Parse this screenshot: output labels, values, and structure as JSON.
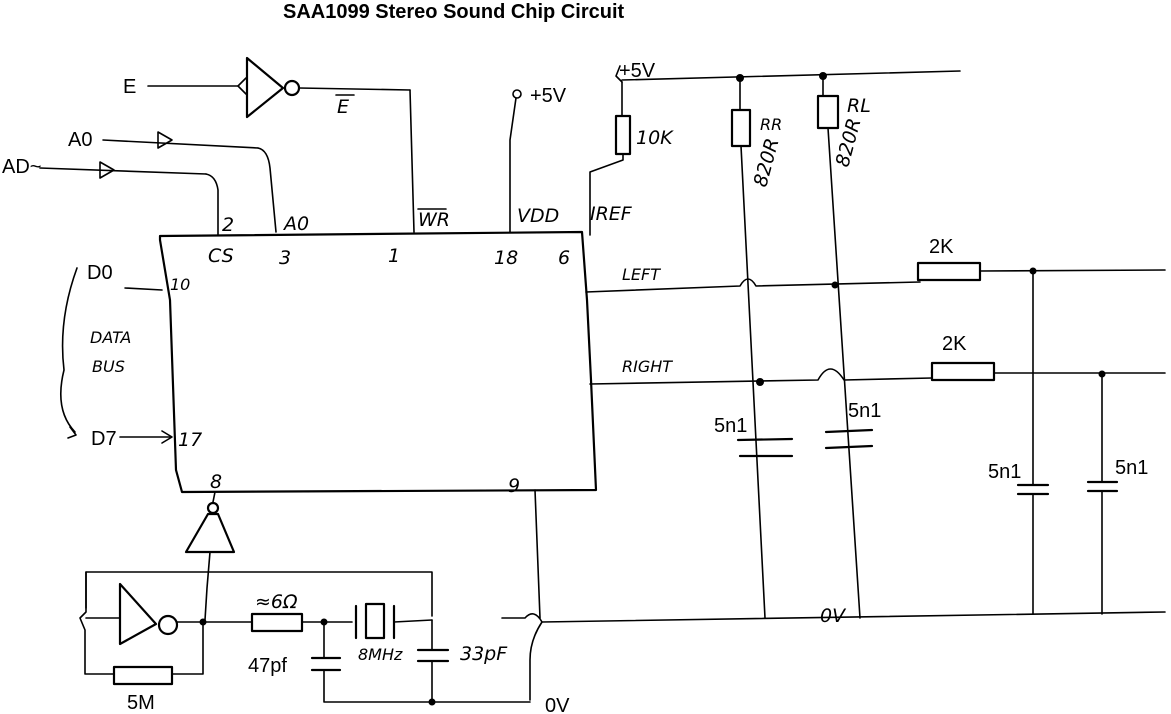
{
  "title": "SAA1099 Stereo Sound Chip Circuit",
  "inputs": {
    "e": "E",
    "a0": "A0",
    "ad": "AD~",
    "d0": "D0",
    "d7": "D7"
  },
  "labels": {
    "e_bar": "E",
    "data_bus": "DATA",
    "data_bus2": "BUS",
    "vcc_top": "+5V",
    "vcc_pin": "+5V",
    "r10k": "10K",
    "rr_name": "RR",
    "rl_name": "RL",
    "rr_value": "820R",
    "rl_value": "820R",
    "left": "LEFT",
    "right": "RIGHT",
    "r2k_left": "2K",
    "r2k_right": "2K",
    "cap_left": "5n1",
    "cap_right": "5n1",
    "cap_out1": "5n1",
    "cap_out2": "5n1",
    "r6": "≈6Ω",
    "c47": "47pf",
    "xtal": "8MHz",
    "c33": "33pF",
    "r5m": "5M",
    "gnd": "0V",
    "gnd2": "0V"
  },
  "pins": {
    "cs": "CS",
    "cs_num": "2",
    "a0_name": "A0",
    "a0_num": "3",
    "wr_name": "WR",
    "wr_num": "1",
    "vdd_name": "VDD",
    "vdd_num": "18",
    "iref_name": "IREF",
    "iref_num": "6",
    "d0_num": "10",
    "d7_num": "17",
    "clk_num": "8",
    "gnd_num": "9"
  }
}
